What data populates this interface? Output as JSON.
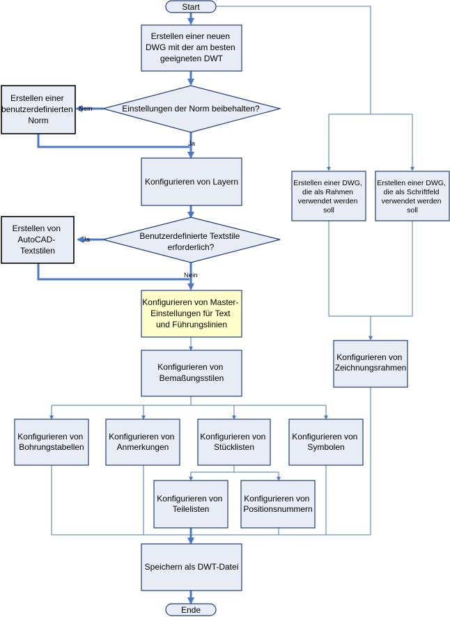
{
  "nodes": {
    "start": "Start",
    "create_dwg": [
      "Erstellen einer neuen",
      "DWG mit der am besten",
      "geeigneten DWT"
    ],
    "custom_norm": [
      "Erstellen einer",
      "benutzerdefinierten",
      "Norm"
    ],
    "keep_norm": [
      "Einstellungen der Norm beibehalten?"
    ],
    "layers": [
      "Konfigurieren von Layern"
    ],
    "autocad_textstyles": [
      "Erstellen von",
      "AutoCAD-",
      "Textstilen"
    ],
    "custom_textstyles": [
      "Benutzerdefinierte Textstile",
      "erforderlich?"
    ],
    "master_settings": [
      "Konfigurieren von Master-",
      "Einstellungen für Text",
      "und Führungslinien"
    ],
    "dim_styles": [
      "Konfigurieren von",
      "Bemaßungsstilen"
    ],
    "hole_tables": [
      "Konfigurieren von",
      "Bohrungstabellen"
    ],
    "annotations": [
      "Konfigurieren von",
      "Anmerkungen"
    ],
    "bom": [
      "Konfigurieren von",
      "Stücklisten"
    ],
    "symbols": [
      "Konfigurieren von",
      "Symbolen"
    ],
    "parts_lists": [
      "Konfigurieren von",
      "Teilelisten"
    ],
    "balloons": [
      "Konfigurieren von",
      "Positionsnummern"
    ],
    "save_dwt": [
      "Speichern als DWT-Datei"
    ],
    "end": "Ende",
    "frame_dwg": [
      "Erstellen einer DWG,",
      "die als Rahmen",
      "verwendet werden",
      "soll"
    ],
    "titleblock_dwg": [
      "Erstellen einer DWG,",
      "die als Schriftfeld",
      "verwendet werden",
      "soll"
    ],
    "drawing_frames": [
      "Konfigurieren von",
      "Zeichnungsrahmen"
    ]
  },
  "edge_labels": {
    "nein_1": "Nein",
    "ja_1": "Ja",
    "ja_2": "Ja",
    "nein_2": "Nein"
  },
  "colors": {
    "box_fill": "#e8ecf5",
    "highlight_fill": "#ffffcc",
    "line": "#4a78c8",
    "border": "#1e3c78"
  }
}
